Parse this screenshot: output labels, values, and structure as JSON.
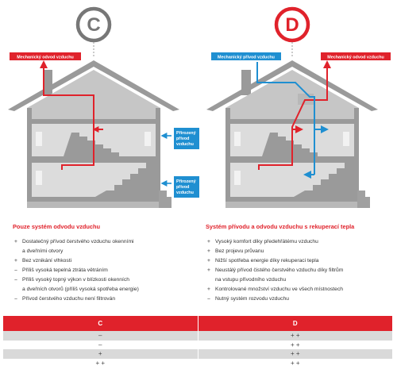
{
  "badges": {
    "c": "C",
    "d": "D"
  },
  "labels": {
    "c_exhaust": "Mechanický odvod vzduchu",
    "d_supply": "Mechanický přívod vzduchu",
    "d_exhaust": "Mechanický odvod vzduchu",
    "natural_intake_1": [
      "Přirozený",
      "přívod",
      "vzduchu"
    ],
    "natural_intake_2": [
      "Přirozený",
      "přívod",
      "vzduchu"
    ]
  },
  "colors": {
    "accent_red": "#e0222b",
    "supply_blue": "#1f8fd1",
    "house_grey": "#a7a7a7",
    "badge_grey": "#777777"
  },
  "left_column": {
    "title": "Pouze systém odvodu vzduchu",
    "items": [
      {
        "sym": "+",
        "text": "Dostatečný přívod čerstvého vzduchu okenními"
      },
      {
        "sym": "",
        "text": "a dveřními otvory"
      },
      {
        "sym": "+",
        "text": "Bez vznikání vlhkosti"
      },
      {
        "sym": "–",
        "text": "Příliš vysoká tepelná ztráta větráním"
      },
      {
        "sym": "–",
        "text": "Příliš vysoký topný výkon v blízkosti okenních"
      },
      {
        "sym": "",
        "text": "a dveřních otvorů (příliš vysoká spotřeba energie)"
      },
      {
        "sym": "–",
        "text": "Přívod čerstvého vzduchu není filtrován"
      }
    ]
  },
  "right_column": {
    "title": "Systém přívodu a odvodu vzduchu s rekuperací tepla",
    "items": [
      {
        "sym": "+",
        "text": "Vysoký komfort díky předehřátému vzduchu"
      },
      {
        "sym": "+",
        "text": "Bez projevu průvanu"
      },
      {
        "sym": "+",
        "text": "Nižší spotřeba energie díky rekuperaci tepla"
      },
      {
        "sym": "+",
        "text": "Neustálý přívod čistého čerstvého vzduchu díky filtrům"
      },
      {
        "sym": "",
        "text": "na vstupu přívodního vzduchu"
      },
      {
        "sym": "+",
        "text": "Kontrolované množství vzduchu ve všech místnostech"
      },
      {
        "sym": "–",
        "text": "Nutný systém rozvodu vzduchu"
      }
    ]
  },
  "table": {
    "headers": [
      "C",
      "D"
    ],
    "rows": [
      [
        "–",
        "+ +"
      ],
      [
        "–",
        "+ +"
      ],
      [
        "+",
        "+ +"
      ],
      [
        "+ +",
        "+ +"
      ]
    ]
  }
}
